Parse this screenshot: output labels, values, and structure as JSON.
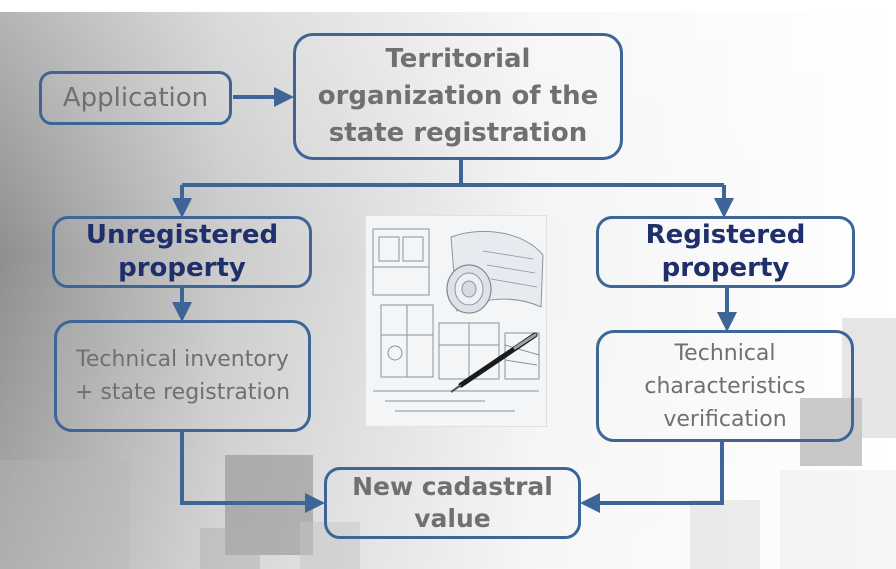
{
  "nodes": {
    "application": "Application",
    "territorial": "Territorial organization of the state registration",
    "unregistered": "Unregistered property",
    "registered": "Registered property",
    "technical_inventory": "Technical inventory + state registration",
    "technical_characteristics": "Technical characteristics verification",
    "new_cadastral": "New cadastral value"
  },
  "colors": {
    "box_border": "#3d6597",
    "arrow": "#3d6597",
    "gray_text": "#707070",
    "navy_text": "#1f2f6b"
  },
  "icons": {
    "blueprint": "blueprint-image"
  }
}
